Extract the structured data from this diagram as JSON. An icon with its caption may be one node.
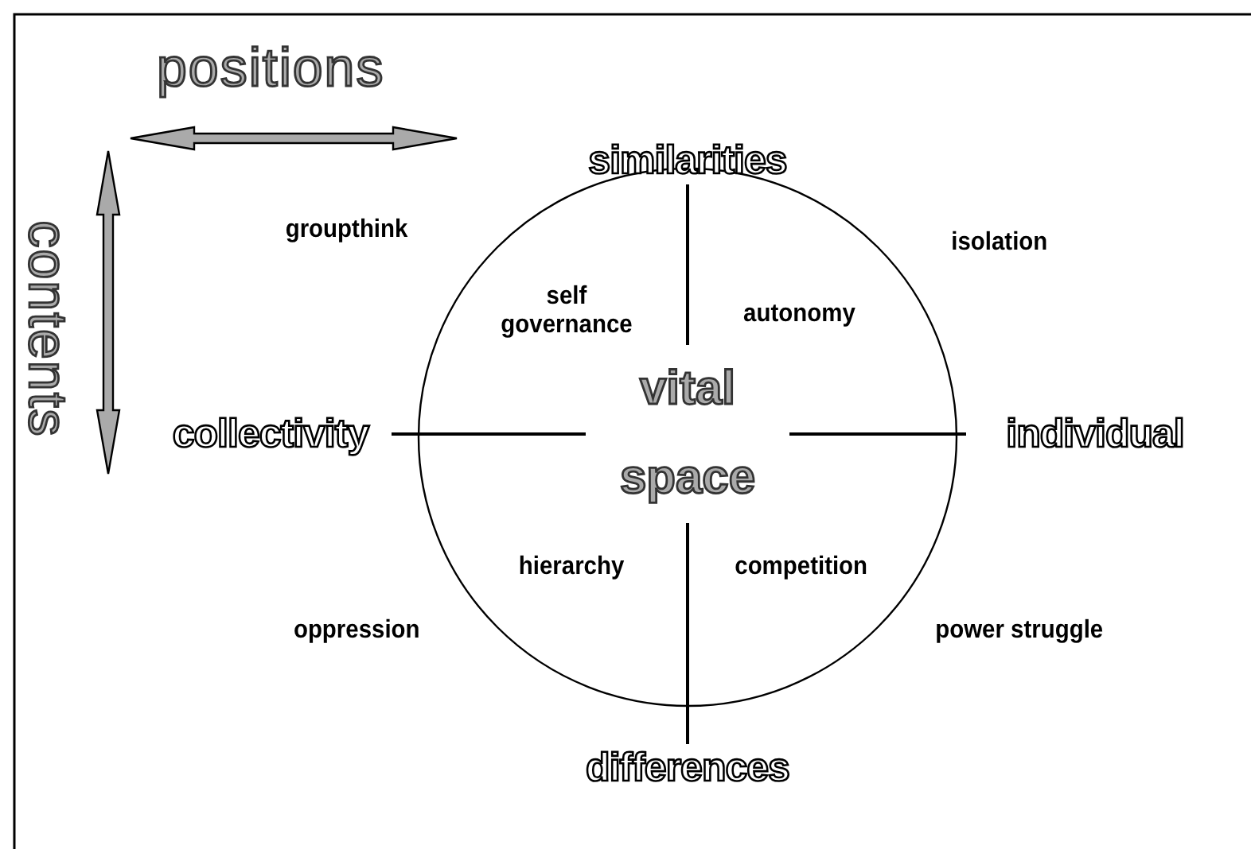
{
  "diagram": {
    "nodes": [
      {
        "text": [],
        "shape": "circle"
      },
      {
        "text": [
          "vital space"
        ],
        "in": 0
      },
      {
        "text": [
          "similarities"
        ]
      },
      {
        "text": [
          "collectivity"
        ]
      },
      {
        "text": [
          "individual"
        ]
      },
      {
        "text": [
          "differences"
        ]
      }
    ],
    "edges": [
      {
        "from": 2,
        "to": 1,
        "arrow": "none"
      },
      {
        "from": 3,
        "to": 1,
        "arrow": "none"
      },
      {
        "from": 4,
        "to": 1,
        "arrow": "none"
      },
      {
        "from": 5,
        "to": 1,
        "arrow": "none"
      }
    ],
    "labels": [
      "positions",
      "contents",
      "groupthink",
      "isolation",
      "self governance",
      "autonomy",
      "hierarchy",
      "competition",
      "oppression",
      "power struggle"
    ]
  }
}
